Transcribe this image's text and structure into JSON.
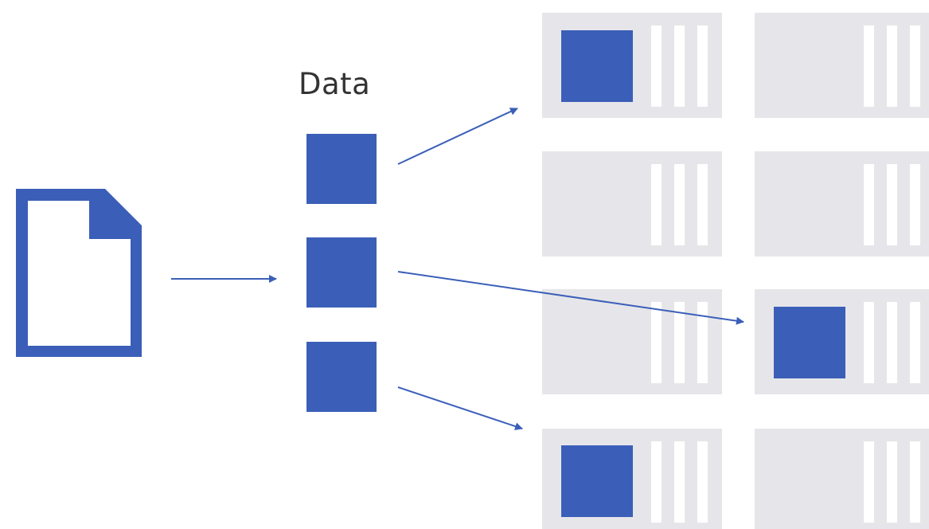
{
  "labels": {
    "data": "Data"
  },
  "colors": {
    "accent": "#3b5fb8",
    "server_fill": "#e6e6ea",
    "background": "#ffffff"
  },
  "icons": {
    "source": "document-icon",
    "data_block": "data-block-square",
    "server": "server-node-icon"
  },
  "servers": {
    "rows": 4,
    "columns": 2,
    "occupied": [
      {
        "row": 1,
        "column": 1
      },
      {
        "row": 3,
        "column": 2
      },
      {
        "row": 4,
        "column": 1
      }
    ]
  }
}
